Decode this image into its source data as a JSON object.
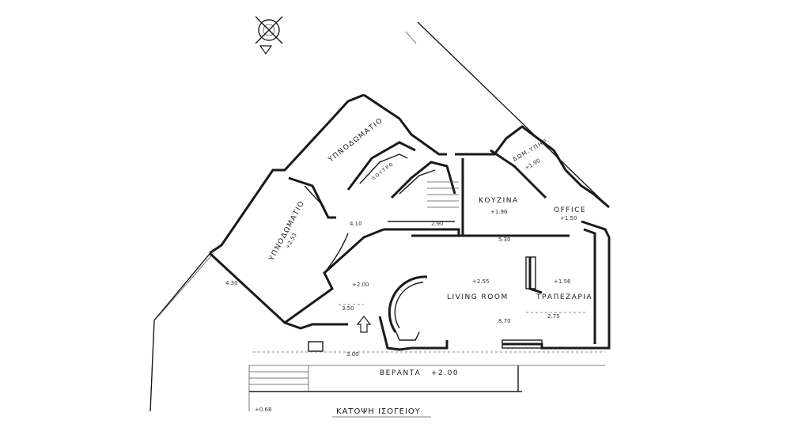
{
  "drawing": {
    "title": "ΚΑΤΟΨΗ ΙΣΟΓΕΙΟΥ",
    "rooms": {
      "bedroom_1": "ΥΠΝΟΔΩΜΑΤΙΟ",
      "bedroom_2": "ΥΠΝΟΔΩΜΑΤΙΟ",
      "bath": "ΛΟΥΤΡΟ",
      "kitchen": "ΚΟΥΖΙΝΑ",
      "maid_room": "ΔΩΜ.ΥΠΗΡ.",
      "office": "OFFICE",
      "living_room": "LIVING ROOM",
      "dining_room": "ΤΡΑΠΕΖΑΡΙΑ",
      "veranda": "ΒΕΡΑΝΤΑ"
    },
    "levels": {
      "veranda": "+2.00",
      "living": "+2.55",
      "entry": "+2.00",
      "kitchen": "+1.96",
      "dining": "+1.56",
      "bedroom": "+2.53",
      "office": "+1.50",
      "maid": "+1.90",
      "ground": "+0.68"
    },
    "dimensions": {
      "d1": "4.30",
      "d2": "3.00",
      "d3": "5.30",
      "d4": "2.75",
      "d5": "8.70",
      "d6": "3.50",
      "d7": "4.10",
      "d8": "2.90"
    },
    "icons": {
      "north_arrow": "north-arrow-icon",
      "entry_arrow": "entry-arrow-icon"
    }
  }
}
